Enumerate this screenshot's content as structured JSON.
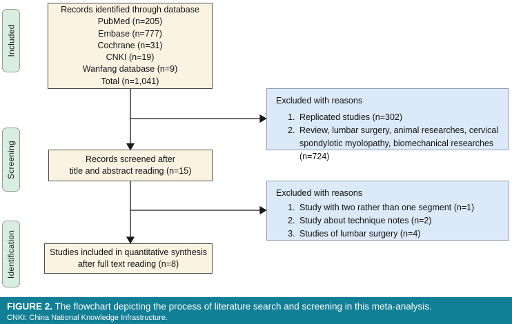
{
  "sidebar_labels": [
    {
      "label": "Included"
    },
    {
      "label": "Screening"
    },
    {
      "label": "Identification"
    }
  ],
  "boxes": {
    "identified": {
      "lines": [
        "Records identified through database",
        "PubMed (n=205)",
        "Embase (n=777)",
        "Cochrane (n=31)",
        "CNKI (n=19)",
        "Wanfang database (n=9)",
        "Total (n=1,041)"
      ]
    },
    "screened": {
      "lines": [
        "Records screened after",
        "title and abstract reading (n=15)"
      ]
    },
    "included": {
      "lines": [
        "Studies included in quantitative synthesis",
        "after full text reading (n=8)"
      ]
    },
    "excluded1": {
      "title": "Excluded with reasons",
      "items": [
        "Replicated studies (n=302)",
        "Review, lumbar surgery, animal researches, cervical spondylotic myolopathy, biomechanical researches (n=724)"
      ]
    },
    "excluded2": {
      "title": "Excluded with reasons",
      "items": [
        "Study with two rather than one segment (n=1)",
        "Study about technique notes (n=2)",
        "Studies of lumbar surgery (n=4)"
      ]
    }
  },
  "caption": {
    "figure_label": "FIGURE 2.",
    "text": "The flowchart depicting the process of literature search and screening in this meta-analysis.",
    "footnote": "CNKI: China National Knowledge Infrastructure."
  },
  "colors": {
    "flow_box_fill": "#faf3e2",
    "flow_box_border": "#4a4a4a",
    "excluded_fill": "#dce9f8",
    "excluded_border": "#8fa0b2",
    "stage_label_fill": "#d8efe0",
    "stage_label_border": "#9a9a9a",
    "caption_bg": "#117f96",
    "arrow": "#1a1a1a"
  }
}
